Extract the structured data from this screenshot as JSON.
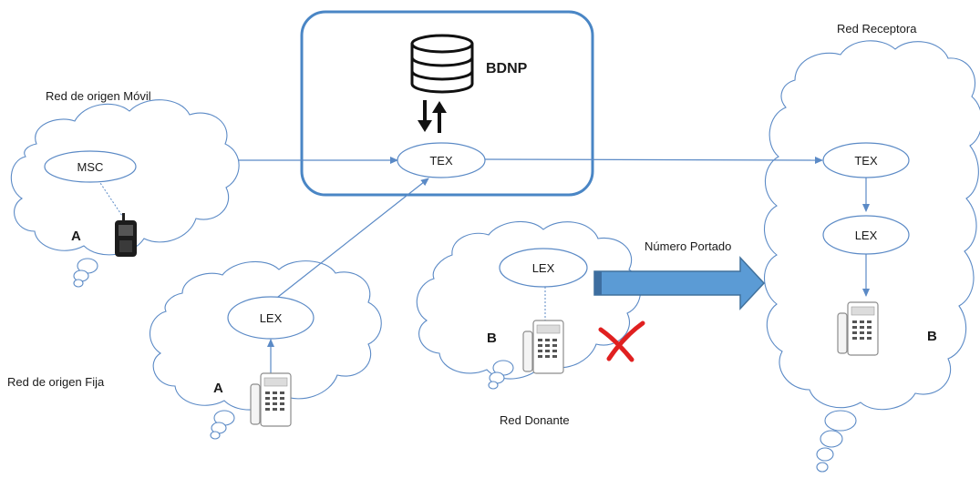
{
  "labels": {
    "origin_mobile": "Red de origen Móvil",
    "origin_fixed": "Red de origen Fija",
    "donor": "Red Donante",
    "receiver": "Red Receptora",
    "ported": "Número Portado",
    "database": "BDNP"
  },
  "nodes": {
    "msc": "MSC",
    "tex_central": "TEX",
    "lex_fixed": "LEX",
    "lex_donor": "LEX",
    "tex_receiver": "TEX",
    "lex_receiver": "LEX"
  },
  "subscribers": {
    "a_mobile": "A",
    "a_fixed": "A",
    "b_donor": "B",
    "b_receiver": "B"
  },
  "colors": {
    "line": "#5b8ac6",
    "box": "#4a86c5",
    "ported_arrow": "#5b9bd5",
    "cross": "#e02020"
  },
  "icons": [
    "database-icon",
    "bidirectional-arrows-icon",
    "mobile-phone-icon",
    "desk-phone-icon",
    "red-x-icon"
  ]
}
